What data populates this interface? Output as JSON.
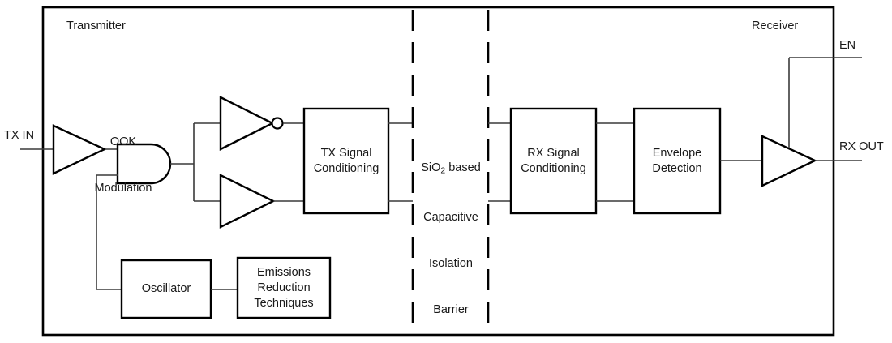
{
  "diagram": {
    "title_sections": {
      "transmitter": "Transmitter",
      "receiver": "Receiver"
    },
    "ports": {
      "tx_in": "TX IN",
      "rx_out": "RX OUT",
      "en": "EN"
    },
    "annotations": {
      "ook_modulation_line1": "OOK",
      "ook_modulation_line2": "Modulation"
    },
    "barrier": {
      "line1": "SiO",
      "sub": "2",
      "line1_tail": " based",
      "line2": "Capacitive",
      "line3": "Isolation",
      "line4": "Barrier"
    },
    "blocks": {
      "tx_signal_conditioning": {
        "line1": "TX Signal",
        "line2": "Conditioning"
      },
      "rx_signal_conditioning": {
        "line1": "RX Signal",
        "line2": "Conditioning"
      },
      "envelope_detection": {
        "line1": "Envelope",
        "line2": "Detection"
      },
      "oscillator": {
        "line1": "Oscillator"
      },
      "emissions_reduction": {
        "line1": "Emissions",
        "line2": "Reduction",
        "line3": "Techniques"
      }
    },
    "colors": {
      "stroke": "#000000",
      "thin_stroke": "#3a3a3a",
      "text": "#1a1a1a",
      "background": "#ffffff"
    }
  }
}
